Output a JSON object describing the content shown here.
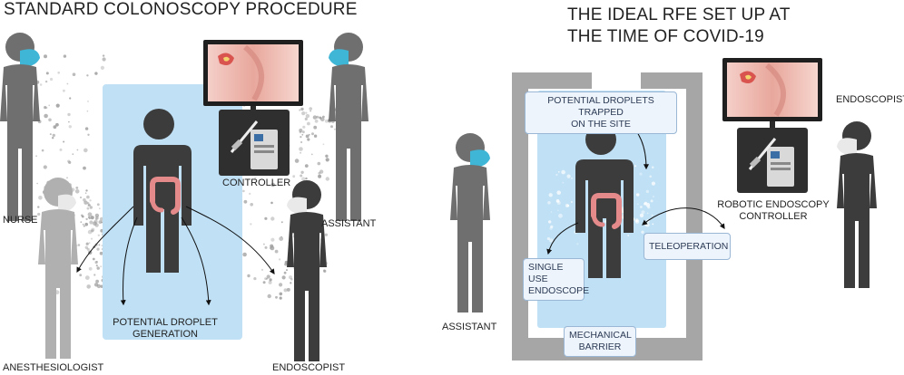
{
  "left_panel": {
    "title": "STANDARD COLONOSCOPY PROCEDURE",
    "nurse": "NURSE",
    "assistant": "ASSISTANT",
    "controller": "CONTROLLER",
    "anesthesiologist": "ANESTHESIOLOGIST",
    "endoscopist": "ENDOSCOPIST",
    "droplet_line1": "POTENTIAL DROPLET",
    "droplet_line2": "GENERATION"
  },
  "right_panel": {
    "title_line1": "THE IDEAL RFE SET UP AT",
    "title_line2": "THE TIME OF COVID-19",
    "endoscopist": "ENDOSCOPIST",
    "assistant": "ASSISTANT",
    "trapped_line1": "POTENTIAL DROPLETS TRAPPED",
    "trapped_line2": "ON THE SITE",
    "robotic_line1": "ROBOTIC ENDOSCOPY",
    "robotic_line2": "CONTROLLER",
    "teleoperation": "TELEOPERATION",
    "single_use_line1": "SINGLE USE",
    "single_use_line2": "ENDOSCOPE",
    "barrier_line1": "MECHANICAL",
    "barrier_line2": "BARRIER"
  },
  "colors": {
    "bed": "#bfe0f5",
    "figure_dark": "#3c3c3c",
    "figure_mid": "#6f6f6f",
    "figure_light": "#b0b0b0",
    "mask": "#3fb6d6",
    "colon": "#e58a8a",
    "barrier": "#a6a6a6"
  }
}
